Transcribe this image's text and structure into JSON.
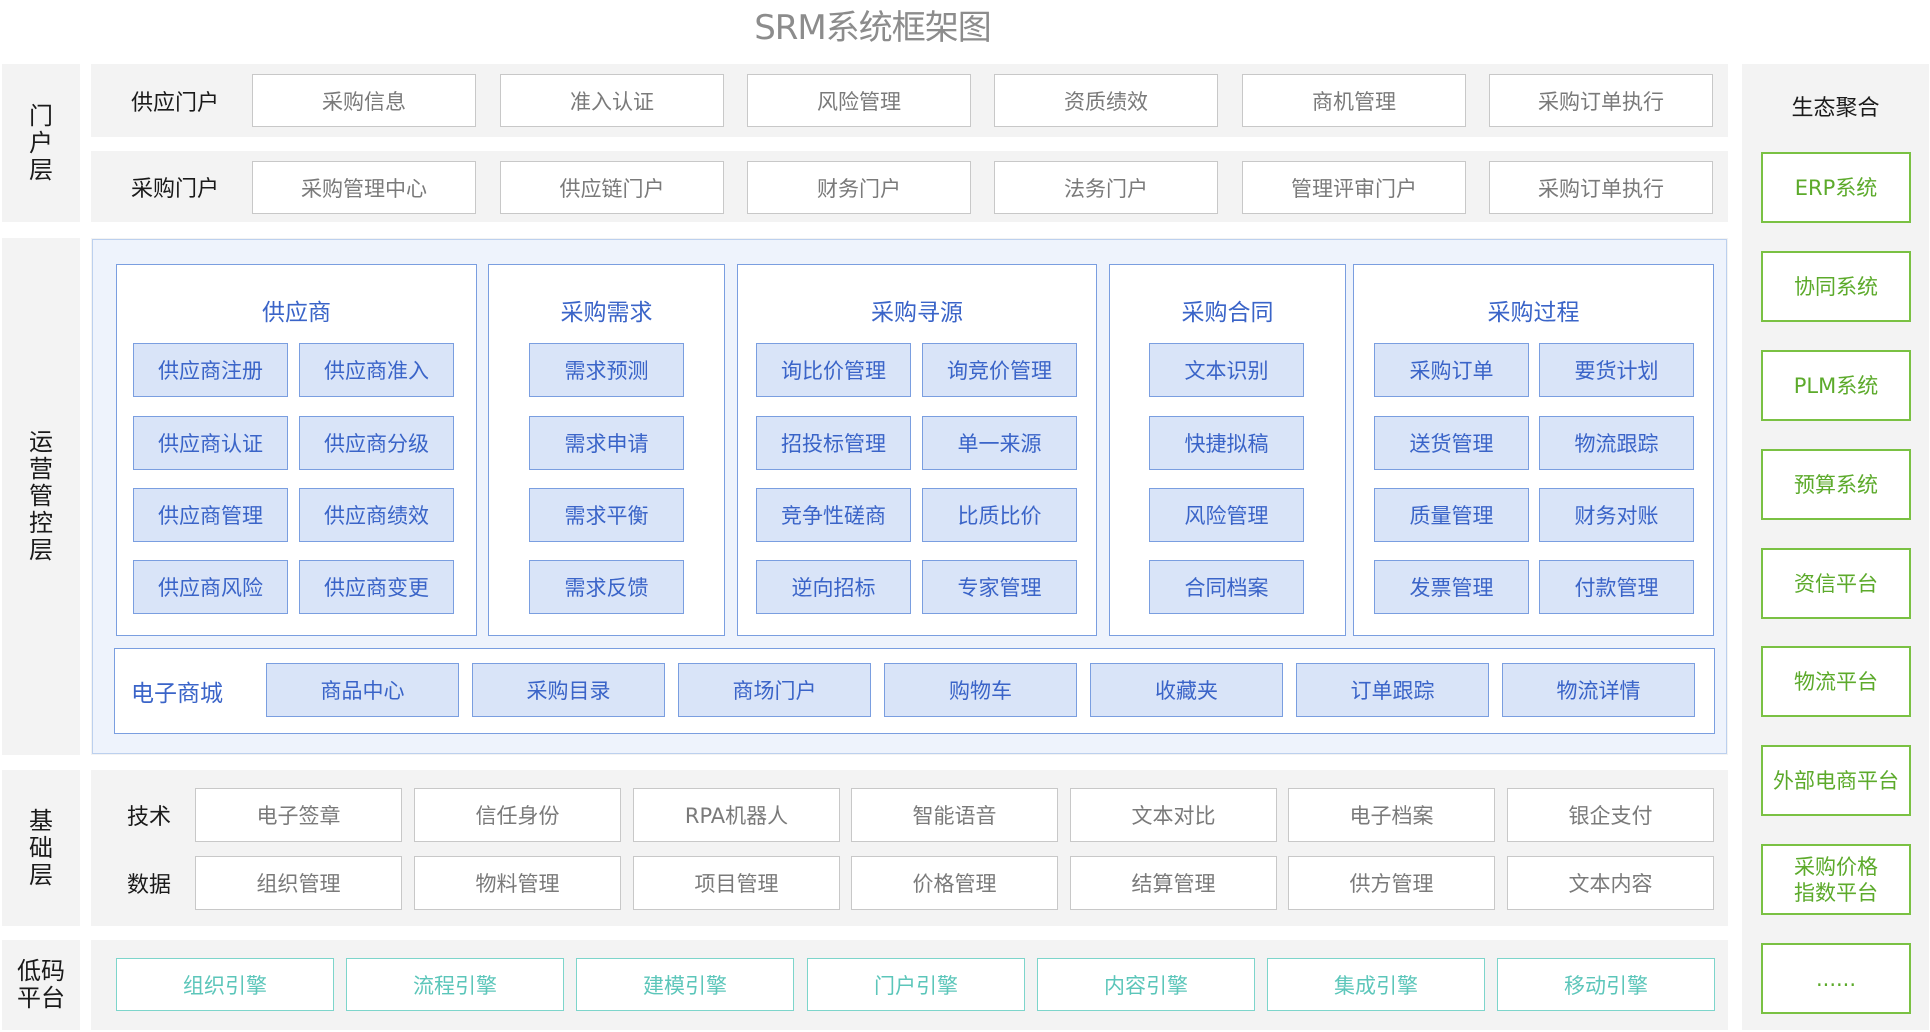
{
  "title": "SRM系统框架图",
  "portal": {
    "label": "门\n户\n层",
    "rows": [
      {
        "name": "供应门户",
        "items": [
          "采购信息",
          "准入认证",
          "风险管理",
          "资质绩效",
          "商机管理",
          "采购订单执行"
        ]
      },
      {
        "name": "采购门户",
        "items": [
          "采购管理中心",
          "供应链门户",
          "财务门户",
          "法务门户",
          "管理评审门户",
          "采购订单执行"
        ]
      }
    ]
  },
  "ops": {
    "label": "运\n营\n管\n控\n层",
    "sections": [
      {
        "title": "供应商",
        "items": [
          "供应商注册",
          "供应商准入",
          "供应商认证",
          "供应商分级",
          "供应商管理",
          "供应商绩效",
          "供应商风险",
          "供应商变更"
        ]
      },
      {
        "title": "采购需求",
        "items": [
          "需求预测",
          "需求申请",
          "需求平衡",
          "需求反馈"
        ]
      },
      {
        "title": "采购寻源",
        "items": [
          "询比价管理",
          "询竞价管理",
          "招投标管理",
          "单一来源",
          "竞争性磋商",
          "比质比价",
          "逆向招标",
          "专家管理"
        ]
      },
      {
        "title": "采购合同",
        "items": [
          "文本识别",
          "快捷拟稿",
          "风险管理",
          "合同档案"
        ]
      },
      {
        "title": "采购过程",
        "items": [
          "采购订单",
          "要货计划",
          "送货管理",
          "物流跟踪",
          "质量管理",
          "财务对账",
          "发票管理",
          "付款管理"
        ]
      }
    ],
    "mall": {
      "label": "电子商城",
      "items": [
        "商品中心",
        "采购目录",
        "商场门户",
        "购物车",
        "收藏夹",
        "订单跟踪",
        "物流详情"
      ]
    }
  },
  "base": {
    "label": "基\n础\n层",
    "rows": [
      {
        "name": "技术",
        "items": [
          "电子签章",
          "信任身份",
          "RPA机器人",
          "智能语音",
          "文本对比",
          "电子档案",
          "银企支付"
        ]
      },
      {
        "name": "数据",
        "items": [
          "组织管理",
          "物料管理",
          "项目管理",
          "价格管理",
          "结算管理",
          "供方管理",
          "文本内容"
        ]
      }
    ]
  },
  "lowcode": {
    "label": "低码\n平台",
    "items": [
      "组织引擎",
      "流程引擎",
      "建模引擎",
      "门户引擎",
      "内容引擎",
      "集成引擎",
      "移动引擎"
    ]
  },
  "eco": {
    "title": "生态聚合",
    "items": [
      "ERP系统",
      "协同系统",
      "PLM系统",
      "预算系统",
      "资信平台",
      "物流平台",
      "外部电商平台",
      "采购价格\n指数平台",
      "......"
    ]
  },
  "colors": {
    "blue_accent": "#3a64c8",
    "blue_fill": "#d9e4f8",
    "teal_accent": "#5cc6ba",
    "green_accent": "#5caa2b",
    "gray_text": "#7a7a7a"
  }
}
